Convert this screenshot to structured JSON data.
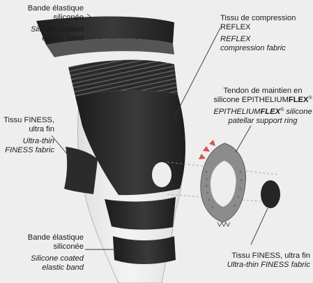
{
  "labels": {
    "band_top": {
      "fr_1": "Bande élastique",
      "fr_2": "siliconée",
      "en_1": "Silicone coated",
      "en_2": "elastic band"
    },
    "reflex": {
      "fr_1": "Tissu de compression",
      "fr_2": "REFLEX",
      "en_1": "REFLEX",
      "en_2": "compression fabric"
    },
    "tendon": {
      "fr_1": "Tendon de maintien en",
      "fr_2_pre": "silicone EPITHELIUM",
      "fr_2_bold": "FLEX",
      "fr_2_reg": "®",
      "en_1_pre": "EPITHELIUM",
      "en_1_bold": "FLEX",
      "en_1_reg": "®",
      "en_1_post": " silicone",
      "en_2": "patellar support ring"
    },
    "finess_left": {
      "fr_1": "Tissu FINESS,",
      "fr_2": "ultra fin",
      "en_1": "Ultra-thin",
      "en_2": "FINESS fabric"
    },
    "band_bottom": {
      "fr_1": "Bande élastique",
      "fr_2": "siliconée",
      "en_1": "Silicone coated",
      "en_2": "elastic band"
    },
    "finess_right": {
      "fr_1": "Tissu FINESS, ultra fin",
      "en_1": "Ultra-thin FINESS fabric"
    }
  },
  "colors": {
    "background": "#eeeeee",
    "fabric_dark": "#262626",
    "silicone_gray": "#8c8c8c",
    "leader_line": "#333333"
  }
}
